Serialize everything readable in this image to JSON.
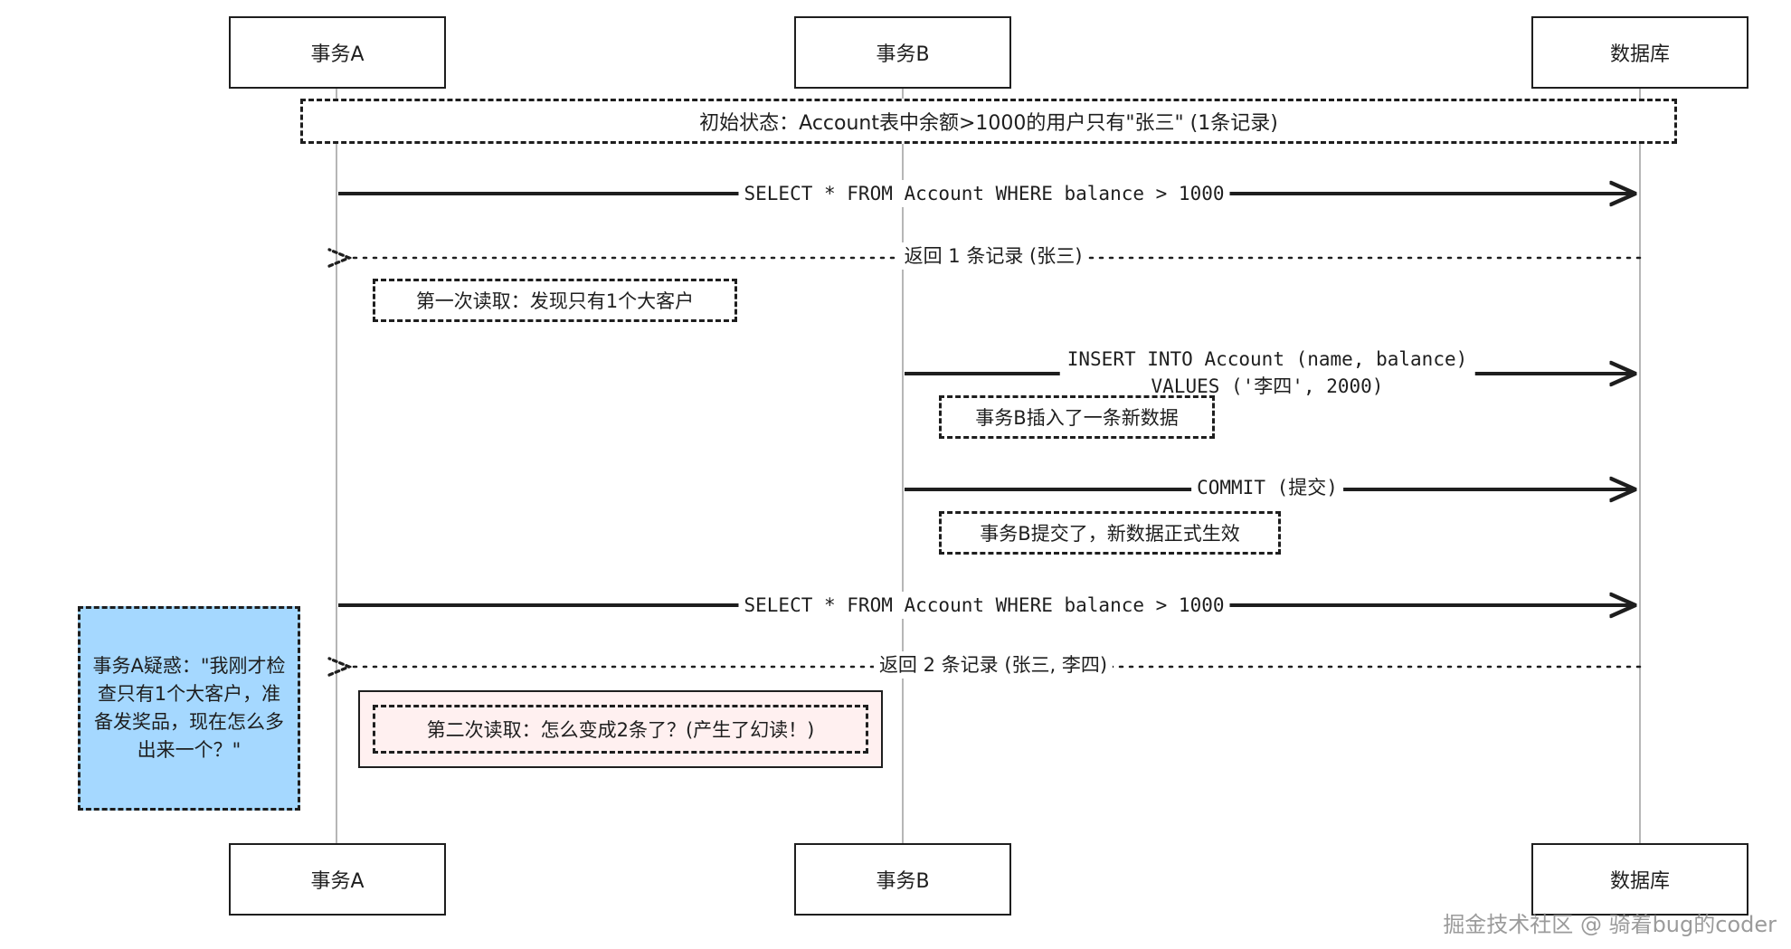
{
  "participants": {
    "a": "事务A",
    "b": "事务B",
    "db": "数据库"
  },
  "notes": {
    "initial_state": "初始状态：Account表中余额>1000的用户只有\"张三\" (1条记录)",
    "first_read": "第一次读取：发现只有1个大客户",
    "b_inserted": "事务B插入了一条新数据",
    "b_committed": "事务B提交了，新数据正式生效",
    "a_confused": "事务A疑惑：\"我刚才检查只有1个大客户，准备发奖品，现在怎么多出来一个？\"",
    "second_read": "第二次读取：怎么变成2条了？(产生了幻读！)"
  },
  "messages": {
    "select_1": "SELECT * FROM Account WHERE balance > 1000",
    "return_1": "返回 1 条记录 (张三)",
    "insert_line1": "INSERT INTO Account (name, balance)",
    "insert_line2": "VALUES ('李四', 2000)",
    "commit": "COMMIT (提交)",
    "select_2": "SELECT * FROM Account WHERE balance > 1000",
    "return_2": "返回 2 条记录 (张三, 李四)"
  },
  "watermark": "掘金技术社区 @ 骑着bug的coder",
  "colors": {
    "stroke": "#1e1e1e",
    "confused_note_fill": "#a5d8ff",
    "phantom_note_fill": "#fff0f0",
    "lifeline": "#9e9e9e"
  }
}
